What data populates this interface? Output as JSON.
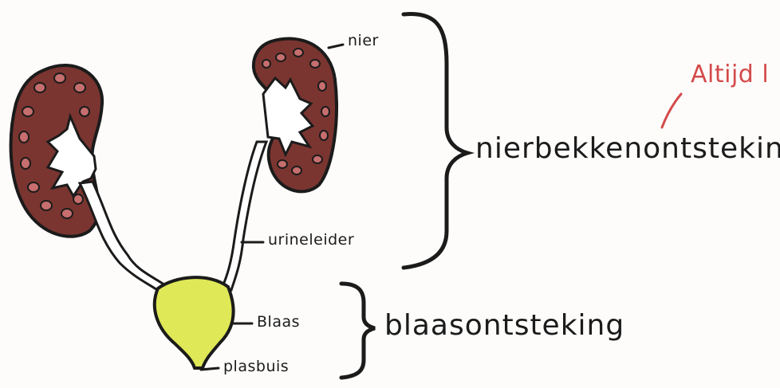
{
  "labels": {
    "kidney": "nier",
    "ureter": "urineleider",
    "bladder": "Blaas",
    "urethra": "plasbuis"
  },
  "conditions": {
    "upper": "nierbekkenontsteking",
    "lower": "blaasontsteking"
  },
  "note": "Altijd l",
  "colors": {
    "kidney": "#7a3530",
    "pelvis": "#ffffff",
    "bladder": "#dfe856",
    "outline": "#1b1b1b",
    "note": "#d44a4a"
  }
}
